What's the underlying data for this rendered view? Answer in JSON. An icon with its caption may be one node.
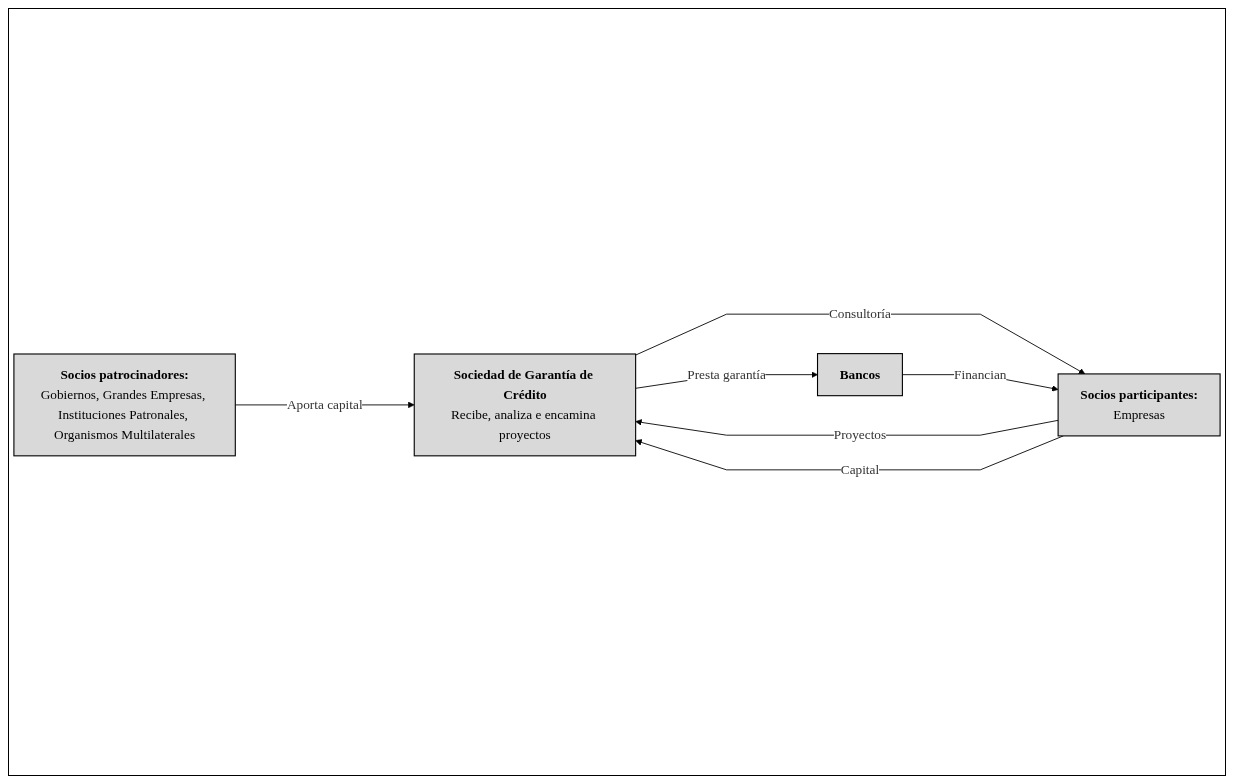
{
  "diagram": {
    "nodes": [
      {
        "text": [
          "Sociedad de Garantía de Crédito",
          "Recibe, analiza e encamina proyectos"
        ]
      },
      {
        "text": [
          "Socios patrocinadores:",
          "Gobiernos, Grandes Empresas, Instituciones Patronales, Organismos Multilaterales"
        ]
      },
      {
        "text": [
          "Socios participantes:",
          "Empresas"
        ]
      },
      {
        "text": [
          "Bancos"
        ]
      }
    ],
    "edges": [
      {
        "from": 1,
        "to": 0,
        "arrow": "to",
        "label": "Aporta capital"
      },
      {
        "from": 0,
        "to": 2,
        "arrow": "to",
        "label": "Consultoría"
      },
      {
        "from": 2,
        "to": 0,
        "arrow": "to",
        "label": "Proyectos"
      },
      {
        "from": 2,
        "to": 0,
        "arrow": "to",
        "label": "Capital"
      },
      {
        "from": 0,
        "to": 3,
        "arrow": "to",
        "label": "Presta garantía"
      },
      {
        "from": 3,
        "to": 2,
        "arrow": "to",
        "label": "Financian"
      }
    ]
  }
}
